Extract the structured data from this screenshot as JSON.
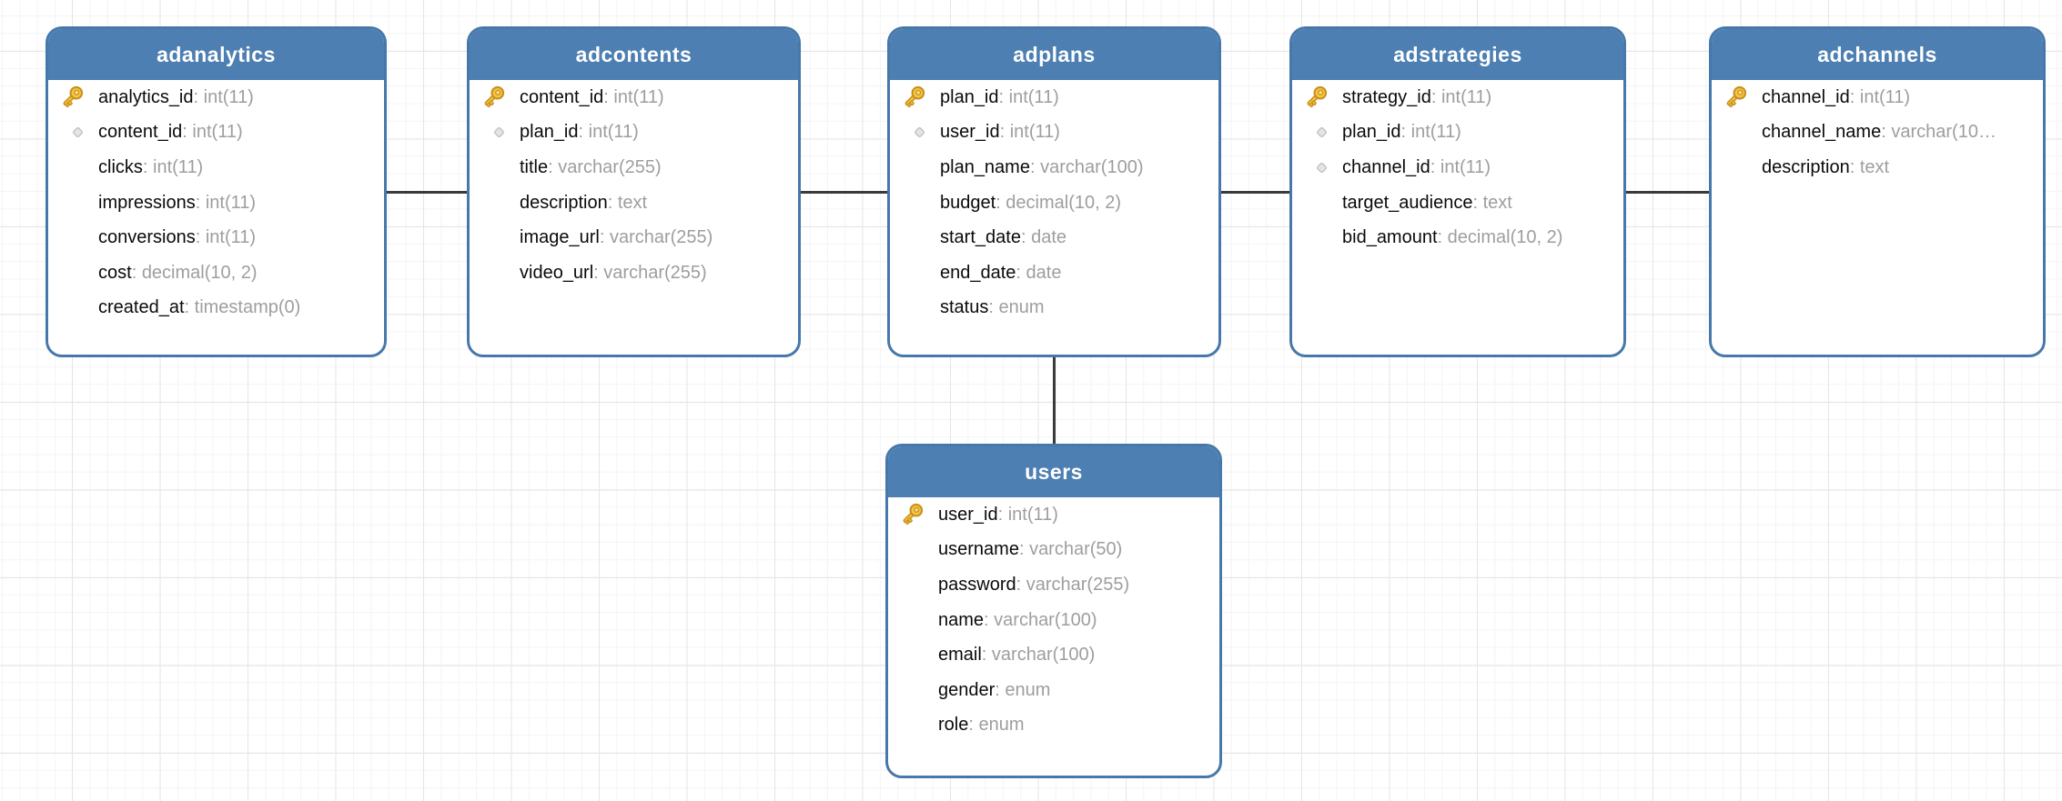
{
  "diagram": {
    "sep": ": ",
    "colors": {
      "header_bg": "#4d7fb2",
      "table_border": "#4678aa",
      "header_text": "#ffffff",
      "field_name": "#0a0a0a",
      "field_type": "#9e9e9e",
      "connector": "#3a3a3a",
      "key_icon_fill": "#f6c644",
      "key_icon_stroke": "#c9921f",
      "fk_icon_fill": "#e4e4e4",
      "fk_icon_stroke": "#bfbfbf",
      "grid_minor": "#f4f4f4",
      "grid_major": "#e6e6e6",
      "canvas_bg": "#ffffff"
    },
    "icons": {
      "primary_key": "key-icon",
      "foreign_key": "diamond-icon"
    },
    "tables": [
      {
        "name": "adanalytics",
        "fields": [
          {
            "name": "analytics_id",
            "type": "int(11)",
            "key": "primary"
          },
          {
            "name": "content_id",
            "type": "int(11)",
            "key": "foreign"
          },
          {
            "name": "clicks",
            "type": "int(11)",
            "key": "none"
          },
          {
            "name": "impressions",
            "type": "int(11)",
            "key": "none"
          },
          {
            "name": "conversions",
            "type": "int(11)",
            "key": "none"
          },
          {
            "name": "cost",
            "type": "decimal(10, 2)",
            "key": "none"
          },
          {
            "name": "created_at",
            "type": "timestamp(0)",
            "key": "none"
          }
        ]
      },
      {
        "name": "adcontents",
        "fields": [
          {
            "name": "content_id",
            "type": "int(11)",
            "key": "primary"
          },
          {
            "name": "plan_id",
            "type": "int(11)",
            "key": "foreign"
          },
          {
            "name": "title",
            "type": "varchar(255)",
            "key": "none"
          },
          {
            "name": "description",
            "type": "text",
            "key": "none"
          },
          {
            "name": "image_url",
            "type": "varchar(255)",
            "key": "none"
          },
          {
            "name": "video_url",
            "type": "varchar(255)",
            "key": "none"
          }
        ]
      },
      {
        "name": "adplans",
        "fields": [
          {
            "name": "plan_id",
            "type": "int(11)",
            "key": "primary"
          },
          {
            "name": "user_id",
            "type": "int(11)",
            "key": "foreign"
          },
          {
            "name": "plan_name",
            "type": "varchar(100)",
            "key": "none"
          },
          {
            "name": "budget",
            "type": "decimal(10, 2)",
            "key": "none"
          },
          {
            "name": "start_date",
            "type": "date",
            "key": "none"
          },
          {
            "name": "end_date",
            "type": "date",
            "key": "none"
          },
          {
            "name": "status",
            "type": "enum",
            "key": "none"
          }
        ]
      },
      {
        "name": "adstrategies",
        "fields": [
          {
            "name": "strategy_id",
            "type": "int(11)",
            "key": "primary"
          },
          {
            "name": "plan_id",
            "type": "int(11)",
            "key": "foreign"
          },
          {
            "name": "channel_id",
            "type": "int(11)",
            "key": "foreign"
          },
          {
            "name": "target_audience",
            "type": "text",
            "key": "none"
          },
          {
            "name": "bid_amount",
            "type": "decimal(10, 2)",
            "key": "none"
          }
        ]
      },
      {
        "name": "adchannels",
        "fields": [
          {
            "name": "channel_id",
            "type": "int(11)",
            "key": "primary"
          },
          {
            "name": "channel_name",
            "type": "varchar(10…",
            "key": "none"
          },
          {
            "name": "description",
            "type": "text",
            "key": "none"
          }
        ]
      },
      {
        "name": "users",
        "fields": [
          {
            "name": "user_id",
            "type": "int(11)",
            "key": "primary"
          },
          {
            "name": "username",
            "type": "varchar(50)",
            "key": "none"
          },
          {
            "name": "password",
            "type": "varchar(255)",
            "key": "none"
          },
          {
            "name": "name",
            "type": "varchar(100)",
            "key": "none"
          },
          {
            "name": "email",
            "type": "varchar(100)",
            "key": "none"
          },
          {
            "name": "gender",
            "type": "enum",
            "key": "none"
          },
          {
            "name": "role",
            "type": "enum",
            "key": "none"
          }
        ]
      }
    ],
    "relations": [
      {
        "from": "adanalytics",
        "to": "adcontents"
      },
      {
        "from": "adcontents",
        "to": "adplans"
      },
      {
        "from": "adplans",
        "to": "adstrategies"
      },
      {
        "from": "adstrategies",
        "to": "adchannels"
      },
      {
        "from": "users",
        "to": "adplans"
      }
    ]
  }
}
